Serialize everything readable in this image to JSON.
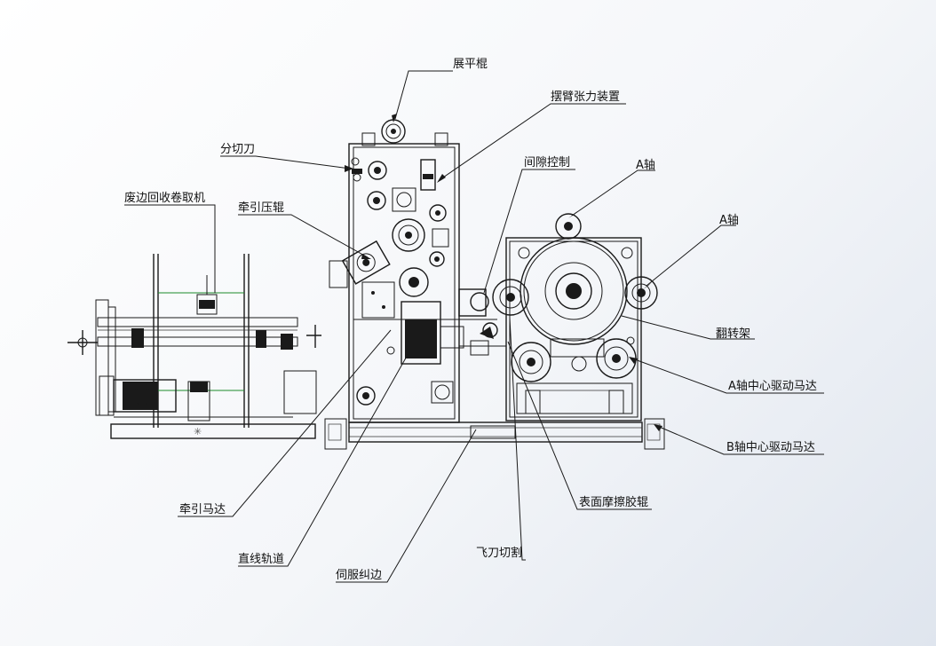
{
  "labels": {
    "flatten_roller": "展平棍",
    "swing_arm_tension": "摆臂张力装置",
    "slitting_knife": "分切刀",
    "gap_control": "间隙控制",
    "waste_edge_rewinder": "废边回收卷取机",
    "traction_pressure_roller": "牵引压辊",
    "a_shaft_upper": "A轴",
    "a_shaft_right": "A轴",
    "turning_frame": "翻转架",
    "a_shaft_center_motor": "A轴中心驱动马达",
    "b_shaft_center_motor": "B轴中心驱动马达",
    "surface_friction_roller": "表面摩擦胶辊",
    "traction_motor": "牵引马达",
    "linear_rail": "直线轨道",
    "flying_knife": "飞刀切割",
    "servo_edge_guide": "伺服纠边"
  }
}
